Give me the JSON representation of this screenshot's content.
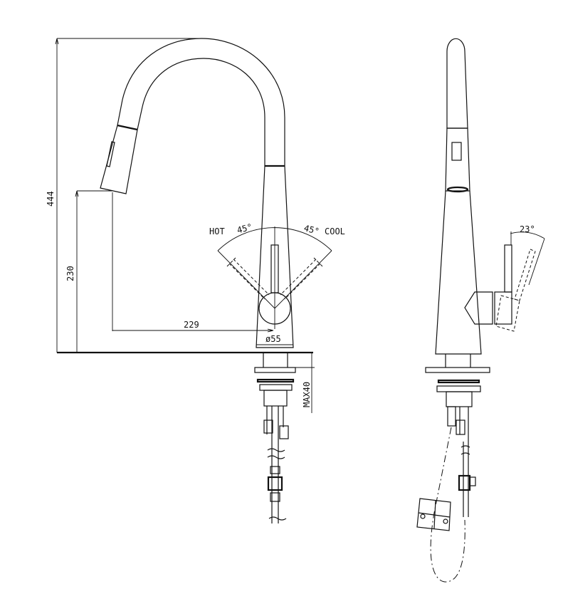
{
  "drawing": {
    "dimensions": {
      "total_height": "444",
      "spout_height": "230",
      "spout_reach": "229",
      "base_diameter": "ø55",
      "max_deck_thickness": "MAX40",
      "lever_tilt": "23°"
    },
    "lever_labels": {
      "hot": "HOT",
      "hot_angle": "45°",
      "cool": "COOL",
      "cool_angle": "45°"
    }
  }
}
